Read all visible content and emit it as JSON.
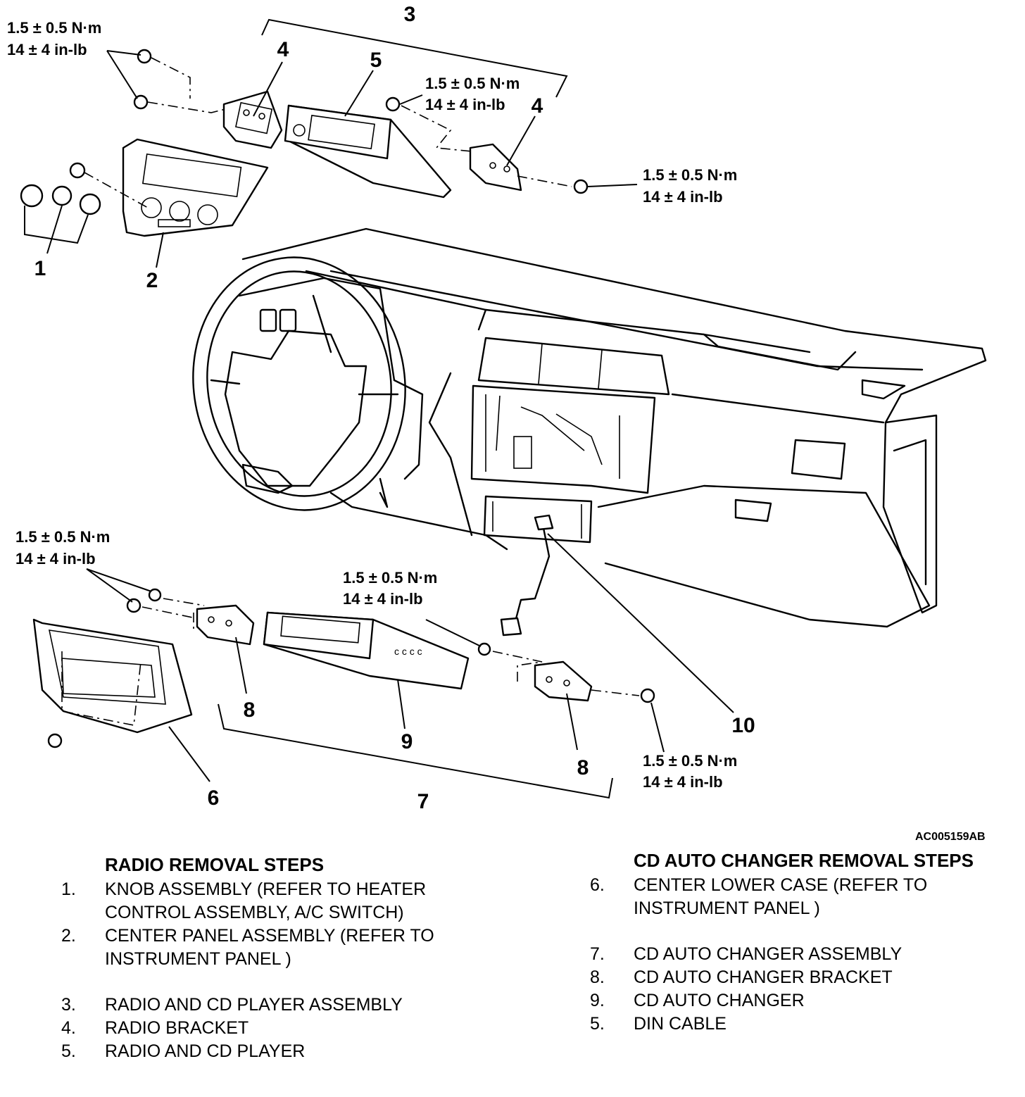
{
  "diagram": {
    "callouts": {
      "c1": "1",
      "c2": "2",
      "c3": "3",
      "c4a": "4",
      "c4b": "4",
      "c5": "5",
      "c6": "6",
      "c7": "7",
      "c8a": "8",
      "c8b": "8",
      "c9": "9",
      "c10": "10"
    },
    "torque": {
      "nm": "1.5 ± 0.5 N·m",
      "inlb": "14 ± 4 in-lb"
    },
    "figure_code": "AC005159AB"
  },
  "radio_steps": {
    "title": "RADIO REMOVAL STEPS",
    "items": [
      {
        "num": "1.",
        "text": "KNOB ASSEMBLY (REFER TO HEATER CONTROL ASSEMBLY, A/C SWITCH)"
      },
      {
        "num": "2.",
        "text": "CENTER PANEL ASSEMBLY (REFER TO INSTRUMENT PANEL )"
      },
      {
        "num": "3.",
        "text": "RADIO AND CD PLAYER ASSEMBLY"
      },
      {
        "num": "4.",
        "text": "RADIO BRACKET"
      },
      {
        "num": "5.",
        "text": "RADIO AND CD PLAYER"
      }
    ]
  },
  "cd_steps": {
    "title": "CD AUTO CHANGER REMOVAL STEPS",
    "items": [
      {
        "num": "6.",
        "text": "CENTER LOWER CASE (REFER TO INSTRUMENT PANEL )"
      },
      {
        "num": "7.",
        "text": "CD AUTO CHANGER ASSEMBLY"
      },
      {
        "num": "8.",
        "text": "CD AUTO CHANGER BRACKET"
      },
      {
        "num": "9.",
        "text": "CD AUTO CHANGER"
      },
      {
        "num": "5.",
        "text": "DIN CABLE"
      }
    ]
  }
}
